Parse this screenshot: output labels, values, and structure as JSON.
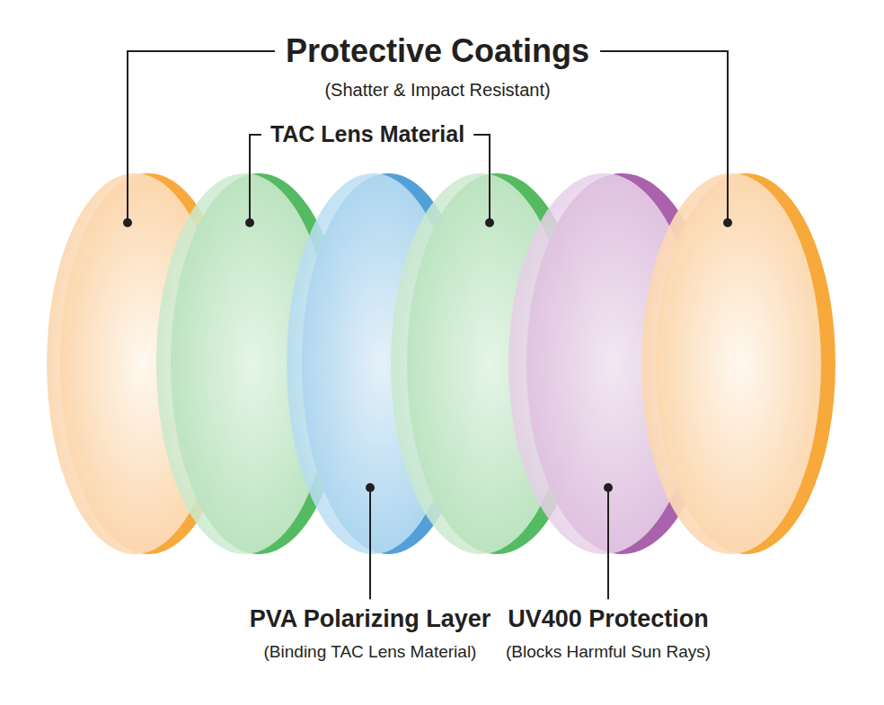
{
  "diagram": {
    "labels": [
      "Protective Coatings",
      "(Shatter & Impact Resistant)",
      "TAC Lens Material",
      "PVA Polarizing Layer",
      "(Binding TAC Lens Material)",
      "UV400 Protection",
      "(Blocks Harmful Sun Rays)"
    ]
  }
}
